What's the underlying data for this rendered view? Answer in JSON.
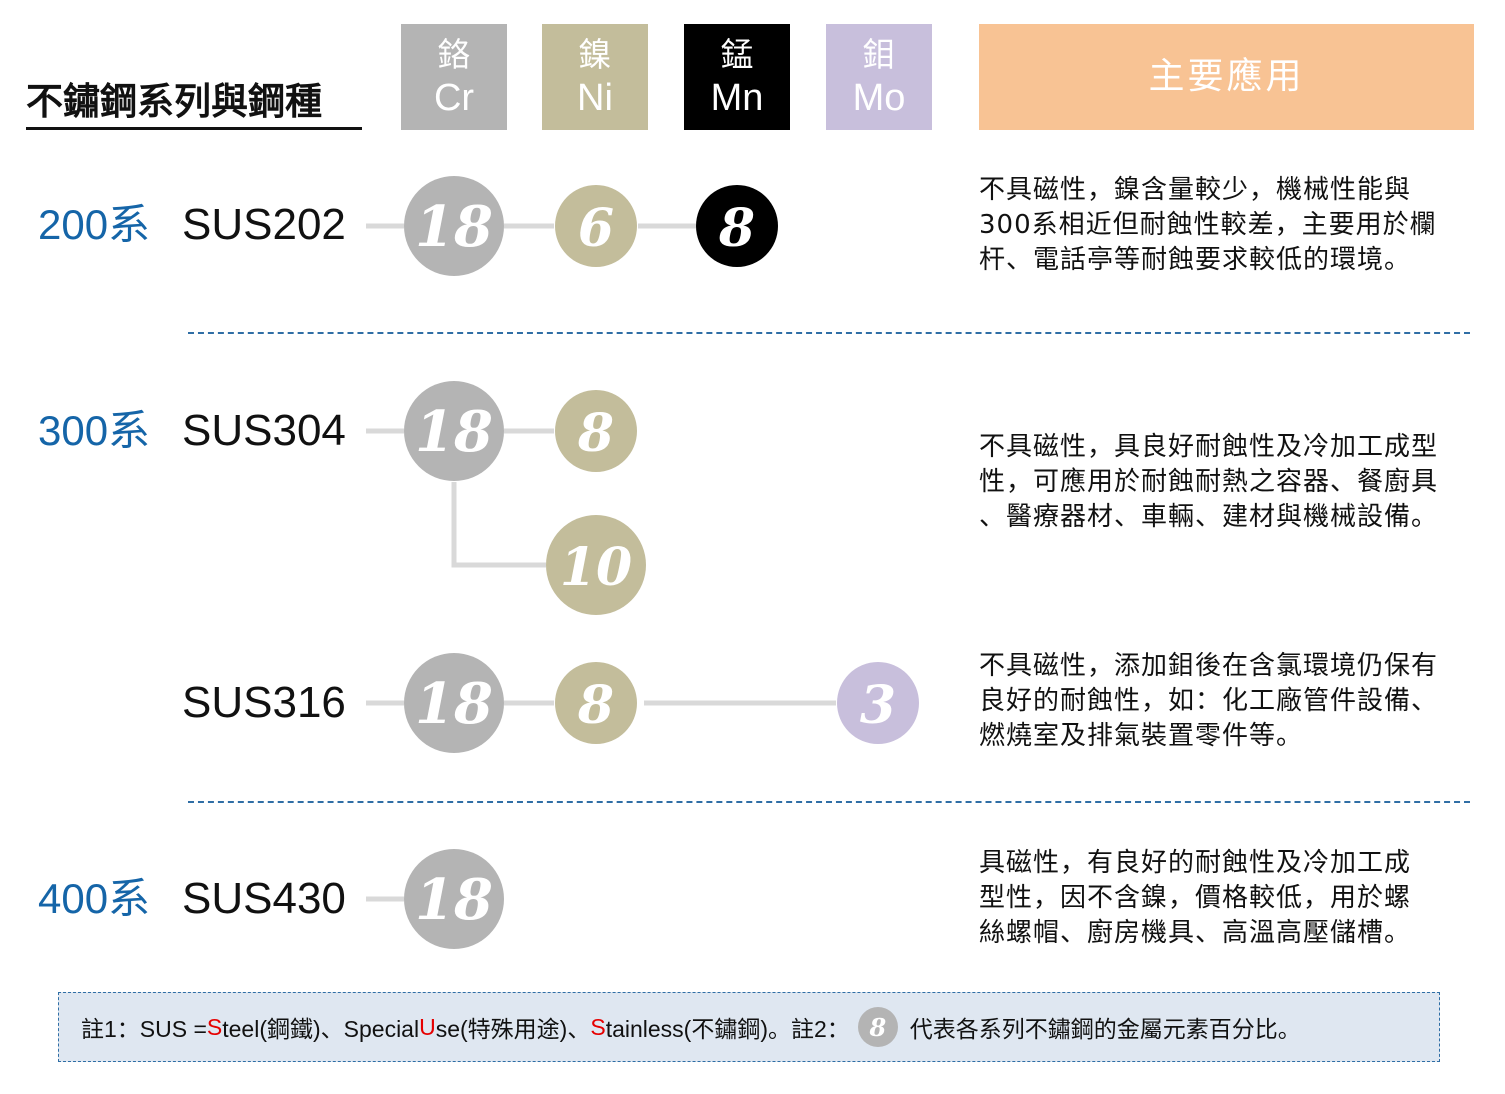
{
  "title": "不鏽鋼系列與鋼種",
  "elements": [
    {
      "cn": "鉻",
      "symbol": "Cr",
      "color": "#b4b4b4"
    },
    {
      "cn": "鎳",
      "symbol": "Ni",
      "color": "#c3bd9b"
    },
    {
      "cn": "錳",
      "symbol": "Mn",
      "color": "#000000"
    },
    {
      "cn": "鉬",
      "symbol": "Mo",
      "color": "#c8bfdc"
    }
  ],
  "application_header": {
    "label": "主要應用",
    "color": "#f8c394"
  },
  "series_color": "#1565a8",
  "rows": [
    {
      "series": "200系",
      "grade": "SUS202",
      "values": {
        "Cr": "18",
        "Ni": "6",
        "Mn": "8"
      },
      "description": [
        "不具磁性，鎳含量較少，機械性能與",
        "300系相近但耐蝕性較差，主要用於欄",
        "杆、電話亭等耐蝕要求較低的環境。"
      ]
    },
    {
      "series": "300系",
      "grade": "SUS304",
      "values": {
        "Cr": "18",
        "Ni": "8"
      },
      "branch_value": "10",
      "description": [
        "不具磁性，具良好耐蝕性及冷加工成型",
        "性，可應用於耐蝕耐熱之容器、餐廚具",
        "、醫療器材、車輛、建材與機械設備。"
      ]
    },
    {
      "series": "",
      "grade": "SUS316",
      "values": {
        "Cr": "18",
        "Ni": "8",
        "Mo": "3"
      },
      "description": [
        "不具磁性，添加鉬後在含氯環境仍保有",
        "良好的耐蝕性，如：化工廠管件設備、",
        "燃燒室及排氣裝置零件等。"
      ]
    },
    {
      "series": "400系",
      "grade": "SUS430",
      "values": {
        "Cr": "18"
      },
      "description": [
        "具磁性，有良好的耐蝕性及冷加工成",
        "型性，因不含鎳，價格較低，用於螺",
        "絲螺帽、廚房機具、高溫高壓儲槽。"
      ]
    }
  ],
  "note": {
    "part1_prefix": "註1：SUS = ",
    "s1_letter": "S",
    "s1_rest": "teel(鋼鐵)、Special ",
    "u_letter": "U",
    "u_rest": "se(特殊用途)、",
    "s2_letter": "S",
    "s2_rest": "tainless(不鏽鋼)。註2：",
    "badge_value": "8",
    "part2": "代表各系列不鏽鋼的金屬元素百分比。",
    "highlight_color": "#e60000"
  }
}
